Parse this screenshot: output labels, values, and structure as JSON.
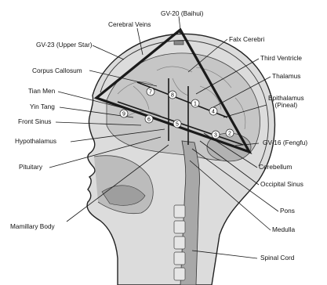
{
  "diagram": {
    "labels": {
      "gv20": "GV-20 (Baihui)",
      "cerebral_veins": "Cerebral Veins",
      "gv23": "GV-23 (Upper Star)",
      "falx_cerebri": "Falx Cerebri",
      "third_ventricle": "Third Ventricle",
      "corpus_callosum": "Corpus Callosum",
      "thalamus": "Thalamus",
      "tian_men": "Tian Men",
      "epithalamus": "Epithalamus\n(Pineal)",
      "yin_tang": "Yin Tang",
      "front_sinus": "Front Sinus",
      "gv16": "GV-16 (Fengfu)",
      "hypothalamus": "Hypothalamus",
      "cerebellum": "Cerebellum",
      "pituitary": "Pituitary",
      "occipital_sinus": "Occipital Sinus",
      "pons": "Pons",
      "medulla": "Medulla",
      "mamillary_body": "Mamillary Body",
      "spinal_cord": "Spinal Cord"
    },
    "markers": [
      "1",
      "2",
      "3",
      "4",
      "5",
      "6",
      "7",
      "8",
      "9"
    ],
    "colors": {
      "ink": "#111111",
      "skin": "#d9d9d9",
      "brain": "#bdbdbd",
      "line": "#1a1a1a"
    }
  }
}
